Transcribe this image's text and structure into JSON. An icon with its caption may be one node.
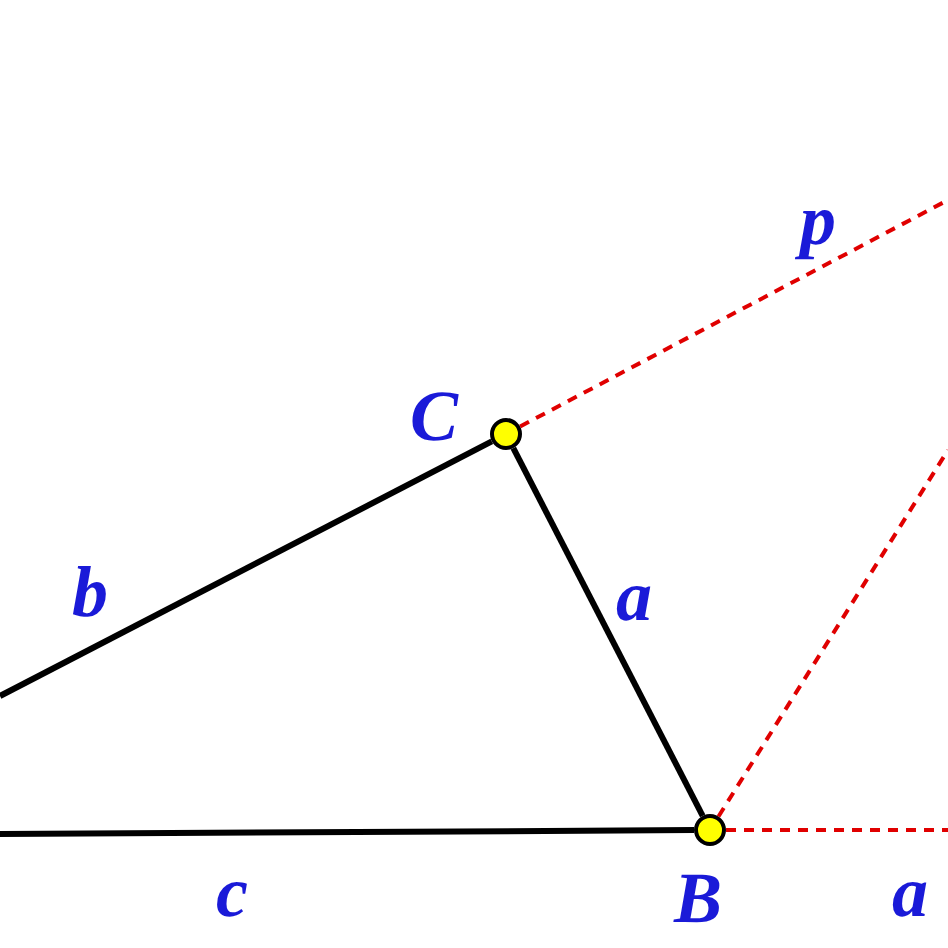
{
  "diagram": {
    "nodes": [
      {
        "text": [
          "C"
        ]
      },
      {
        "text": [
          "B"
        ]
      }
    ],
    "edges": [
      {
        "from": null,
        "to": 0,
        "arrow": "none",
        "label": "b"
      },
      {
        "from": 0,
        "to": 1,
        "arrow": "none",
        "label": "a"
      },
      {
        "from": null,
        "to": 1,
        "arrow": "none",
        "label": "c"
      },
      {
        "from": 0,
        "to": null,
        "arrow": "none",
        "label": "p",
        "style": "dashed",
        "color": "#e00000"
      },
      {
        "from": 1,
        "to": null,
        "arrow": "none",
        "style": "dashed",
        "color": "#e00000"
      },
      {
        "from": 1,
        "to": null,
        "arrow": "none",
        "label": "a",
        "style": "dashed",
        "color": "#e00000"
      }
    ]
  }
}
